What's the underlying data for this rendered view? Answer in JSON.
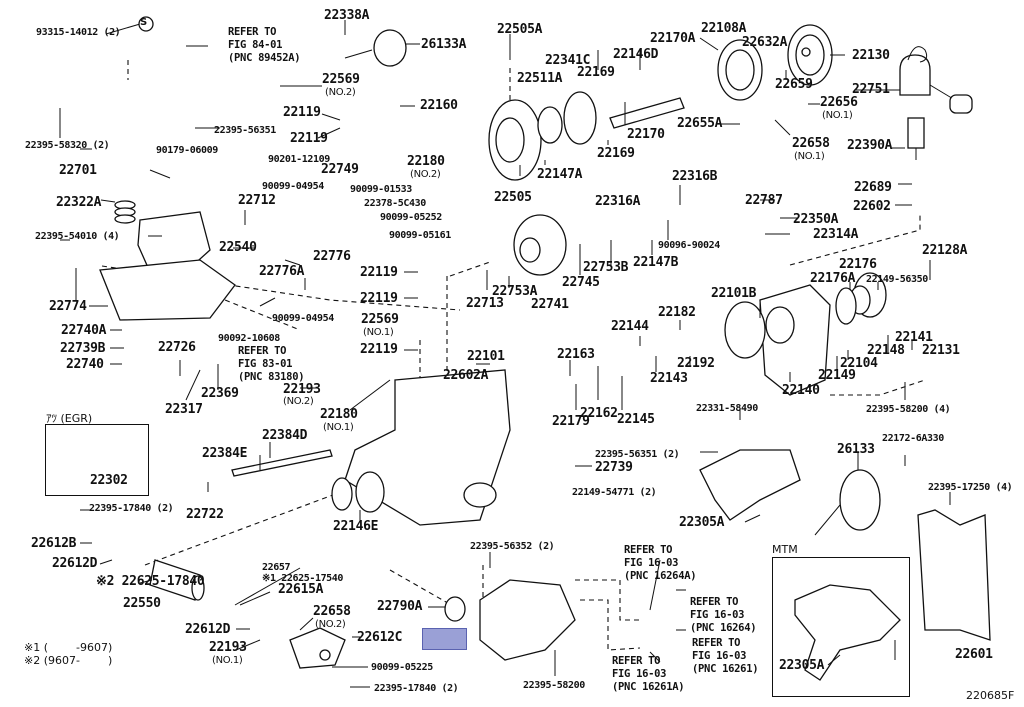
{
  "diagram": {
    "figure_id": "220685F",
    "highlighted_part_label": "",
    "callouts": [
      {
        "id": "c1",
        "text": "93315-14012 (2)"
      },
      {
        "id": "c2",
        "text": "REFER TO\nFIG 84-01\n(PNC 89452A)"
      },
      {
        "id": "c3",
        "text": "22338A"
      },
      {
        "id": "c4",
        "text": "26133A"
      },
      {
        "id": "c5",
        "text": "22569"
      },
      {
        "id": "c5s",
        "text": "(NO.2)"
      },
      {
        "id": "c6",
        "text": "22119"
      },
      {
        "id": "c7",
        "text": "22160"
      },
      {
        "id": "c8",
        "text": "22119"
      },
      {
        "id": "c9",
        "text": "22395-56351"
      },
      {
        "id": "c10",
        "text": "22395-58320 (2)"
      },
      {
        "id": "c11",
        "text": "90179-06009"
      },
      {
        "id": "c12",
        "text": "90201-12109"
      },
      {
        "id": "c13",
        "text": "22180"
      },
      {
        "id": "c13s",
        "text": "(NO.2)"
      },
      {
        "id": "c14",
        "text": "22749"
      },
      {
        "id": "c15",
        "text": "22701"
      },
      {
        "id": "c16",
        "text": "90099-04954"
      },
      {
        "id": "c17",
        "text": "90099-01533"
      },
      {
        "id": "c18",
        "text": "22322A"
      },
      {
        "id": "c19",
        "text": "22712"
      },
      {
        "id": "c20",
        "text": "22378-5C430"
      },
      {
        "id": "c21",
        "text": "90099-05252"
      },
      {
        "id": "c22",
        "text": "22395-54010 (4)"
      },
      {
        "id": "c23",
        "text": "22540"
      },
      {
        "id": "c24",
        "text": "90099-05161"
      },
      {
        "id": "c25",
        "text": "22776A"
      },
      {
        "id": "c26",
        "text": "22776"
      },
      {
        "id": "c27",
        "text": "22119"
      },
      {
        "id": "c28",
        "text": "22119"
      },
      {
        "id": "c29",
        "text": "22774"
      },
      {
        "id": "c30",
        "text": "90099-04954"
      },
      {
        "id": "c31",
        "text": "22569"
      },
      {
        "id": "c31s",
        "text": "(NO.1)"
      },
      {
        "id": "c32",
        "text": "90092-10608"
      },
      {
        "id": "c33",
        "text": "22740A"
      },
      {
        "id": "c34",
        "text": "22739B"
      },
      {
        "id": "c35",
        "text": "22726"
      },
      {
        "id": "c36",
        "text": "REFER TO\nFIG 83-01\n(PNC 83180)"
      },
      {
        "id": "c37",
        "text": "22119"
      },
      {
        "id": "c38",
        "text": "22740"
      },
      {
        "id": "c39",
        "text": "22193"
      },
      {
        "id": "c39s",
        "text": "(NO.2)"
      },
      {
        "id": "c40",
        "text": "22369"
      },
      {
        "id": "c41",
        "text": "22317"
      },
      {
        "id": "c42",
        "text": "22180"
      },
      {
        "id": "c42s",
        "text": "(NO.1)"
      },
      {
        "id": "c43",
        "text": "22505A"
      },
      {
        "id": "c44",
        "text": "22341C"
      },
      {
        "id": "c45",
        "text": "22146D"
      },
      {
        "id": "c46",
        "text": "22170A"
      },
      {
        "id": "c47",
        "text": "22108A"
      },
      {
        "id": "c48",
        "text": "22632A"
      },
      {
        "id": "c49",
        "text": "22130"
      },
      {
        "id": "c50",
        "text": "22511A"
      },
      {
        "id": "c51",
        "text": "22169"
      },
      {
        "id": "c52",
        "text": "22659"
      },
      {
        "id": "c53",
        "text": "22751"
      },
      {
        "id": "c54",
        "text": "22656"
      },
      {
        "id": "c54s",
        "text": "(NO.1)"
      },
      {
        "id": "c55",
        "text": "22655A"
      },
      {
        "id": "c56",
        "text": "22170"
      },
      {
        "id": "c57",
        "text": "22658"
      },
      {
        "id": "c57s",
        "text": "(NO.1)"
      },
      {
        "id": "c58",
        "text": "22390A"
      },
      {
        "id": "c59",
        "text": "22169"
      },
      {
        "id": "c60",
        "text": "22147A"
      },
      {
        "id": "c61",
        "text": "22505"
      },
      {
        "id": "c62",
        "text": "22316B"
      },
      {
        "id": "c63",
        "text": "22689"
      },
      {
        "id": "c64",
        "text": "22787"
      },
      {
        "id": "c65",
        "text": "22602"
      },
      {
        "id": "c66",
        "text": "22316A"
      },
      {
        "id": "c67",
        "text": "22350A"
      },
      {
        "id": "c68",
        "text": "22314A"
      },
      {
        "id": "c69",
        "text": "90096-90024"
      },
      {
        "id": "c70",
        "text": "22753B"
      },
      {
        "id": "c71",
        "text": "22147B"
      },
      {
        "id": "c72",
        "text": "22128A"
      },
      {
        "id": "c73",
        "text": "22176"
      },
      {
        "id": "c74",
        "text": "22176A"
      },
      {
        "id": "c75",
        "text": "22149-56350"
      },
      {
        "id": "c76",
        "text": "22713"
      },
      {
        "id": "c77",
        "text": "22753A"
      },
      {
        "id": "c78",
        "text": "22745"
      },
      {
        "id": "c79",
        "text": "22741"
      },
      {
        "id": "c80",
        "text": "22101B"
      },
      {
        "id": "c81",
        "text": "22101"
      },
      {
        "id": "c82",
        "text": "22144"
      },
      {
        "id": "c83",
        "text": "22182"
      },
      {
        "id": "c84",
        "text": "22141"
      },
      {
        "id": "c85",
        "text": "22148"
      },
      {
        "id": "c86",
        "text": "22131"
      },
      {
        "id": "c87",
        "text": "22104"
      },
      {
        "id": "c88",
        "text": "22602A"
      },
      {
        "id": "c89",
        "text": "22163"
      },
      {
        "id": "c90",
        "text": "22192"
      },
      {
        "id": "c91",
        "text": "22143"
      },
      {
        "id": "c92",
        "text": "22149"
      },
      {
        "id": "c93",
        "text": "22140"
      },
      {
        "id": "c94",
        "text": "22162"
      },
      {
        "id": "c95",
        "text": "22179"
      },
      {
        "id": "c96",
        "text": "22145"
      },
      {
        "id": "c97",
        "text": "22395-58200 (4)"
      },
      {
        "id": "c98",
        "text": "22331-58490"
      },
      {
        "id": "c99",
        "text": "22384D"
      },
      {
        "id": "c100",
        "text": "22395-56351 (2)"
      },
      {
        "id": "c101",
        "text": "22172-6A330"
      },
      {
        "id": "c102",
        "text": "22384E"
      },
      {
        "id": "c103",
        "text": "26133"
      },
      {
        "id": "c104",
        "text": "22739"
      },
      {
        "id": "c105",
        "text": "22302"
      },
      {
        "id": "c106",
        "text": "22149-54771 (2)"
      },
      {
        "id": "c107",
        "text": "22395-17250 (4)"
      },
      {
        "id": "c108",
        "text": "22722"
      },
      {
        "id": "c109",
        "text": "22146E"
      },
      {
        "id": "c110",
        "text": "22305A"
      },
      {
        "id": "c111",
        "text": "22395-17840 (2)"
      },
      {
        "id": "c112",
        "text": "22395-56352 (2)"
      },
      {
        "id": "c113",
        "text": "22612B"
      },
      {
        "id": "c114",
        "text": "REFER TO\nFIG 16-03\n(PNC 16264A)"
      },
      {
        "id": "c115",
        "text": "22612D"
      },
      {
        "id": "c116",
        "text": "22657"
      },
      {
        "id": "c117",
        "text": "※1 22625-17540"
      },
      {
        "id": "c118",
        "text": "※2 22625-17840"
      },
      {
        "id": "c119",
        "text": "22615A"
      },
      {
        "id": "c120",
        "text": "22550"
      },
      {
        "id": "c121",
        "text": "REFER TO\nFIG 16-03\n(PNC 16264)"
      },
      {
        "id": "c122",
        "text": "22790A"
      },
      {
        "id": "c123",
        "text": "22658"
      },
      {
        "id": "c123s",
        "text": "(NO.2)"
      },
      {
        "id": "c124",
        "text": "22612D"
      },
      {
        "id": "c125",
        "text": "22612C"
      },
      {
        "id": "c126",
        "text": "REFER TO\nFIG 16-03\n(PNC 16261)"
      },
      {
        "id": "c127",
        "text": "22193"
      },
      {
        "id": "c127s",
        "text": "(NO.1)"
      },
      {
        "id": "c128",
        "text": "REFER TO\nFIG 16-03\n(PNC 16261A)"
      },
      {
        "id": "c129",
        "text": "90099-05225"
      },
      {
        "id": "c130",
        "text": "22395-58200"
      },
      {
        "id": "c131",
        "text": "22395-17840 (2)"
      },
      {
        "id": "c132",
        "text": "22305A"
      },
      {
        "id": "c133",
        "text": "22601"
      }
    ],
    "notes": [
      "※1 (        -9607)",
      "※2 (9607-        )"
    ],
    "insets": [
      {
        "title": "ｱﾂ (EGR)",
        "part": "22302"
      },
      {
        "title": "MTM",
        "part": "22305A"
      }
    ],
    "symbols": {
      "s_mark": "S"
    }
  }
}
